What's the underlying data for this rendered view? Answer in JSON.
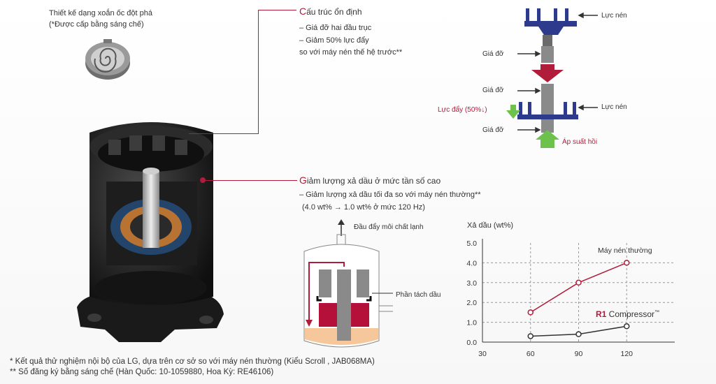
{
  "scroll_design": {
    "title": "Thiết kế dạng xoắn ốc đột phá",
    "note": "(*Được cấp bằng sáng chế)"
  },
  "structure": {
    "heading_first": "C",
    "heading_rest": "ấu trúc ổn định",
    "items": [
      "– Giá đỡ hai đầu trục",
      "– Giảm 50% lực đẩy",
      "so với máy nén thế hệ trước**"
    ]
  },
  "oil_reduction": {
    "heading_first": "G",
    "heading_rest": "iảm lượng xả dầu ở mức tần số cao",
    "line1": "– Giảm lượng xả dầu tối đa so với máy nén thường**",
    "line2": "(4.0 wt%  →  1.0 wt% ở mức 120 Hz)"
  },
  "force_diagram": {
    "compress_force_top": "Lực nén",
    "support_1": "Giá đỡ",
    "support_2": "Giá đỡ",
    "thrust": "Lực đẩy (50%↓)",
    "compress_force_mid": "Lực nén",
    "support_3": "Giá đỡ",
    "vapor_pressure": "Áp suất hồi",
    "colors": {
      "navy": "#2e3a8c",
      "red": "#b01c3a",
      "green": "#6cc24a",
      "gray": "#8a8a8a"
    }
  },
  "separator_diagram": {
    "discharge": "Đầu đẩy môi chất lạnh",
    "separator": "Phần tách dầu"
  },
  "chart_data": {
    "type": "line",
    "ylabel": "Xả dầu (wt%)",
    "x_ticks": [
      "30",
      "60",
      "90",
      "120"
    ],
    "y_ticks": [
      "0.0",
      "1.0",
      "2.0",
      "3.0",
      "4.0",
      "5.0"
    ],
    "xlim": [
      30,
      150
    ],
    "ylim": [
      0,
      5
    ],
    "series": [
      {
        "name": "Máy nén thường",
        "x": [
          60,
          90,
          120
        ],
        "values": [
          1.5,
          3.0,
          4.0
        ],
        "color": "#b01c3a"
      },
      {
        "name": "R1 Compressor",
        "x": [
          60,
          90,
          120
        ],
        "values": [
          0.3,
          0.4,
          0.8
        ],
        "color": "#333333"
      }
    ],
    "r1_prefix": "R1",
    "r1_suffix": " Compressor",
    "r1_tm": "™"
  },
  "footnotes": {
    "note1": "* Kết quả thử nghiệm nội bộ của LG, dựa trên cơ sở so với máy nén thường (Kiểu Scroll , JAB068MA)",
    "note2": "** Số đăng ký bằng sáng chế (Hàn Quốc: 10-1059880, Hoa Kỳ: RE46106)"
  }
}
